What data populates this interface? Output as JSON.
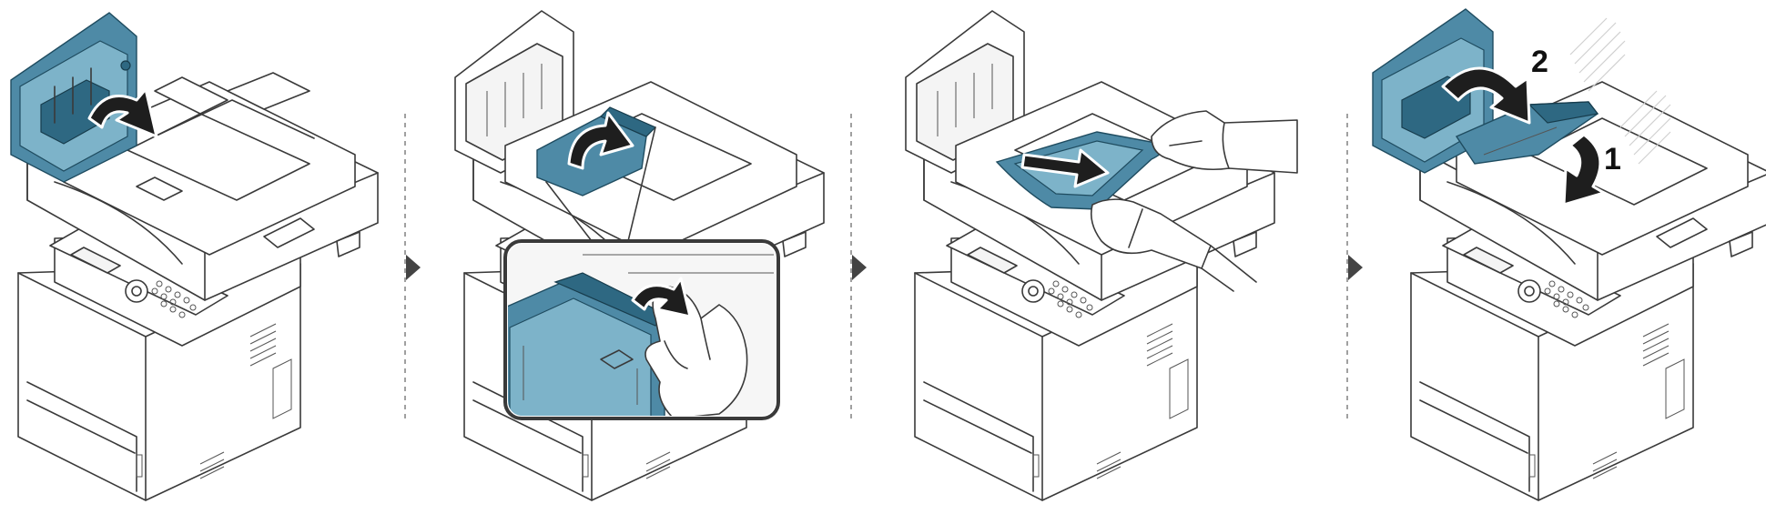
{
  "steps": [
    {
      "id": "step-1",
      "action": "open-cover"
    },
    {
      "id": "step-2",
      "action": "lift-guide"
    },
    {
      "id": "step-3",
      "action": "remove-paper"
    },
    {
      "id": "step-4",
      "action": "close-guide-and-cover",
      "callouts": [
        {
          "label": "1"
        },
        {
          "label": "2"
        }
      ]
    }
  ],
  "colors": {
    "highlight": "#4e8aa6",
    "highlight_dark": "#2e6882",
    "line": "#3a3a3a",
    "arrow": "#1e1e1e",
    "divider": "#777777"
  },
  "icons": [
    "chevron-right-icon",
    "curved-arrow-icon",
    "straight-arrow-icon"
  ]
}
